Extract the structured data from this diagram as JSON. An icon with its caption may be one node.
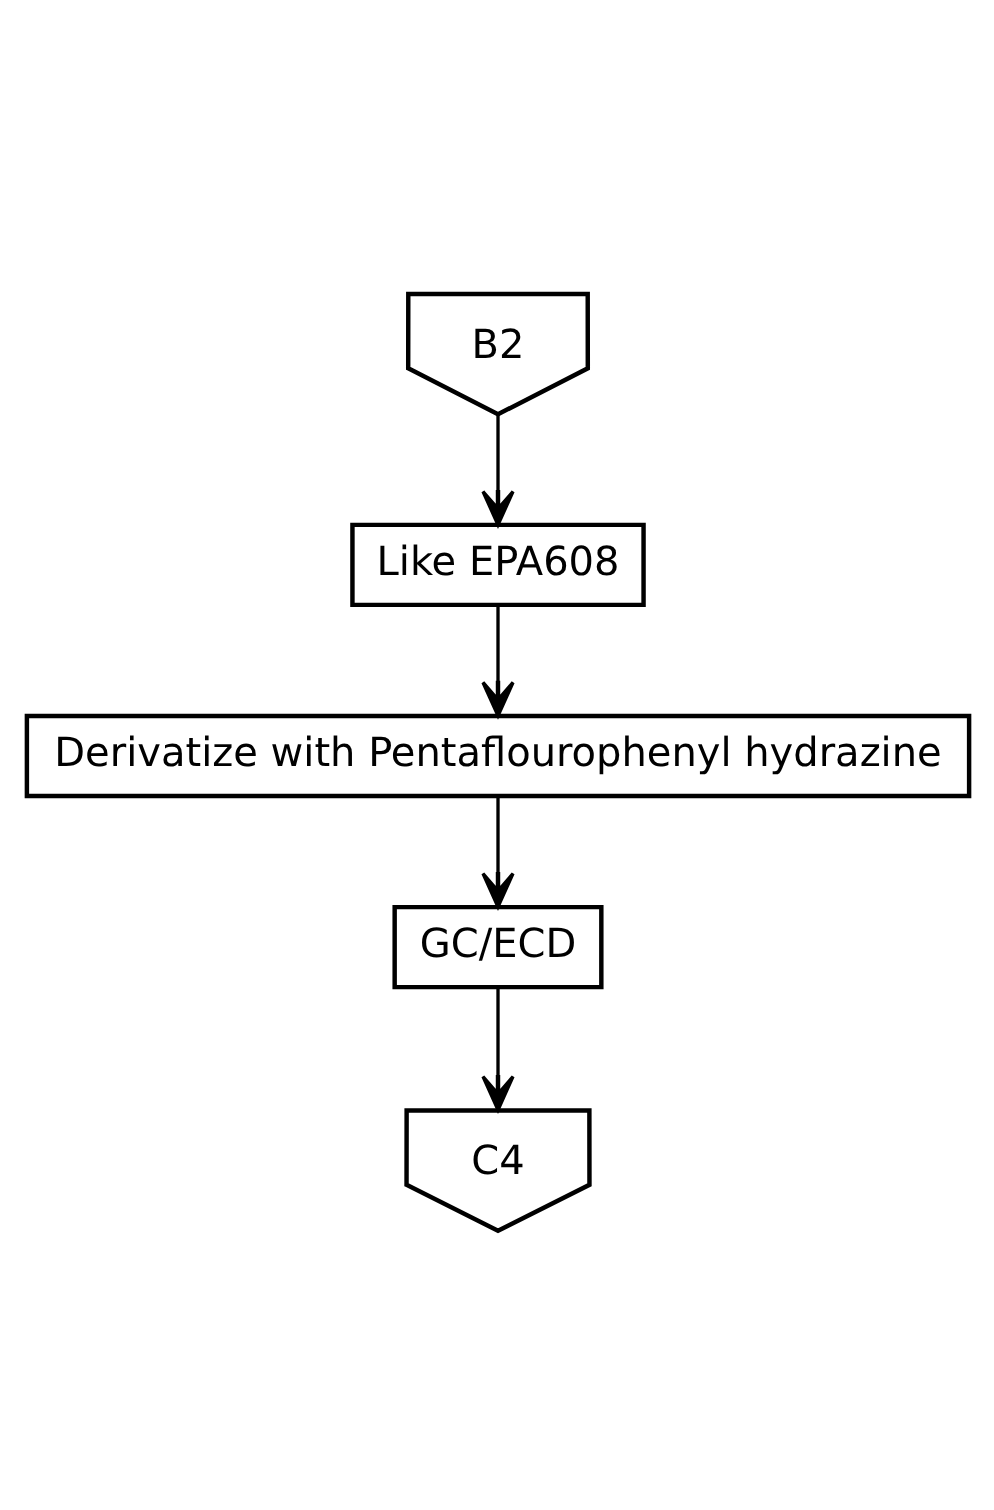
{
  "diagram": {
    "nodes": [
      {
        "text": [
          "B2"
        ]
      },
      {
        "text": [
          "Like EPA608"
        ]
      },
      {
        "text": [
          "Derivatize with Pentaflourophenyl hydrazine"
        ]
      },
      {
        "text": [
          "GC/ECD"
        ]
      },
      {
        "text": [
          "C4"
        ]
      }
    ],
    "edges": [
      {
        "from": 0,
        "to": 1,
        "arrow": "to"
      },
      {
        "from": 1,
        "to": 2,
        "arrow": "to"
      },
      {
        "from": 2,
        "to": 3,
        "arrow": "to"
      },
      {
        "from": 3,
        "to": 4,
        "arrow": "to"
      }
    ]
  }
}
